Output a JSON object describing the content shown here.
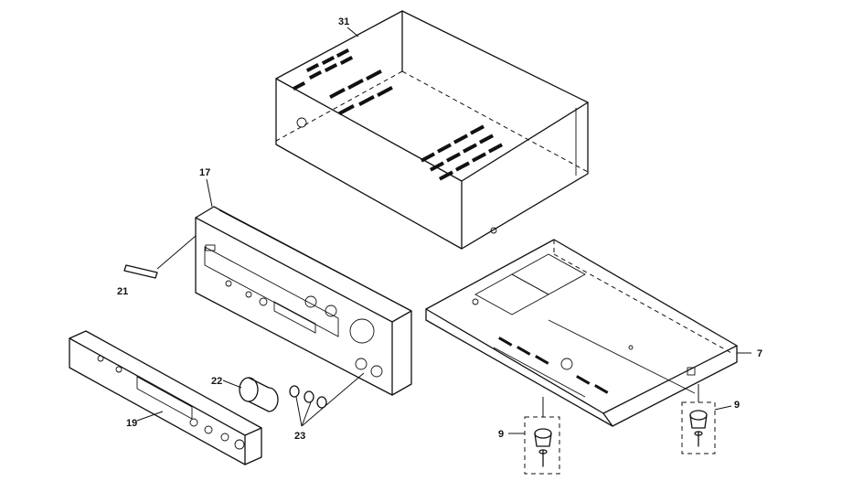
{
  "callouts": {
    "top_cover": "31",
    "front_panel": "17",
    "badge": "21",
    "sub_panel": "19",
    "knob": "22",
    "small_knobs": "23",
    "chassis": "7",
    "foot_left": "9",
    "foot_right": "9"
  }
}
